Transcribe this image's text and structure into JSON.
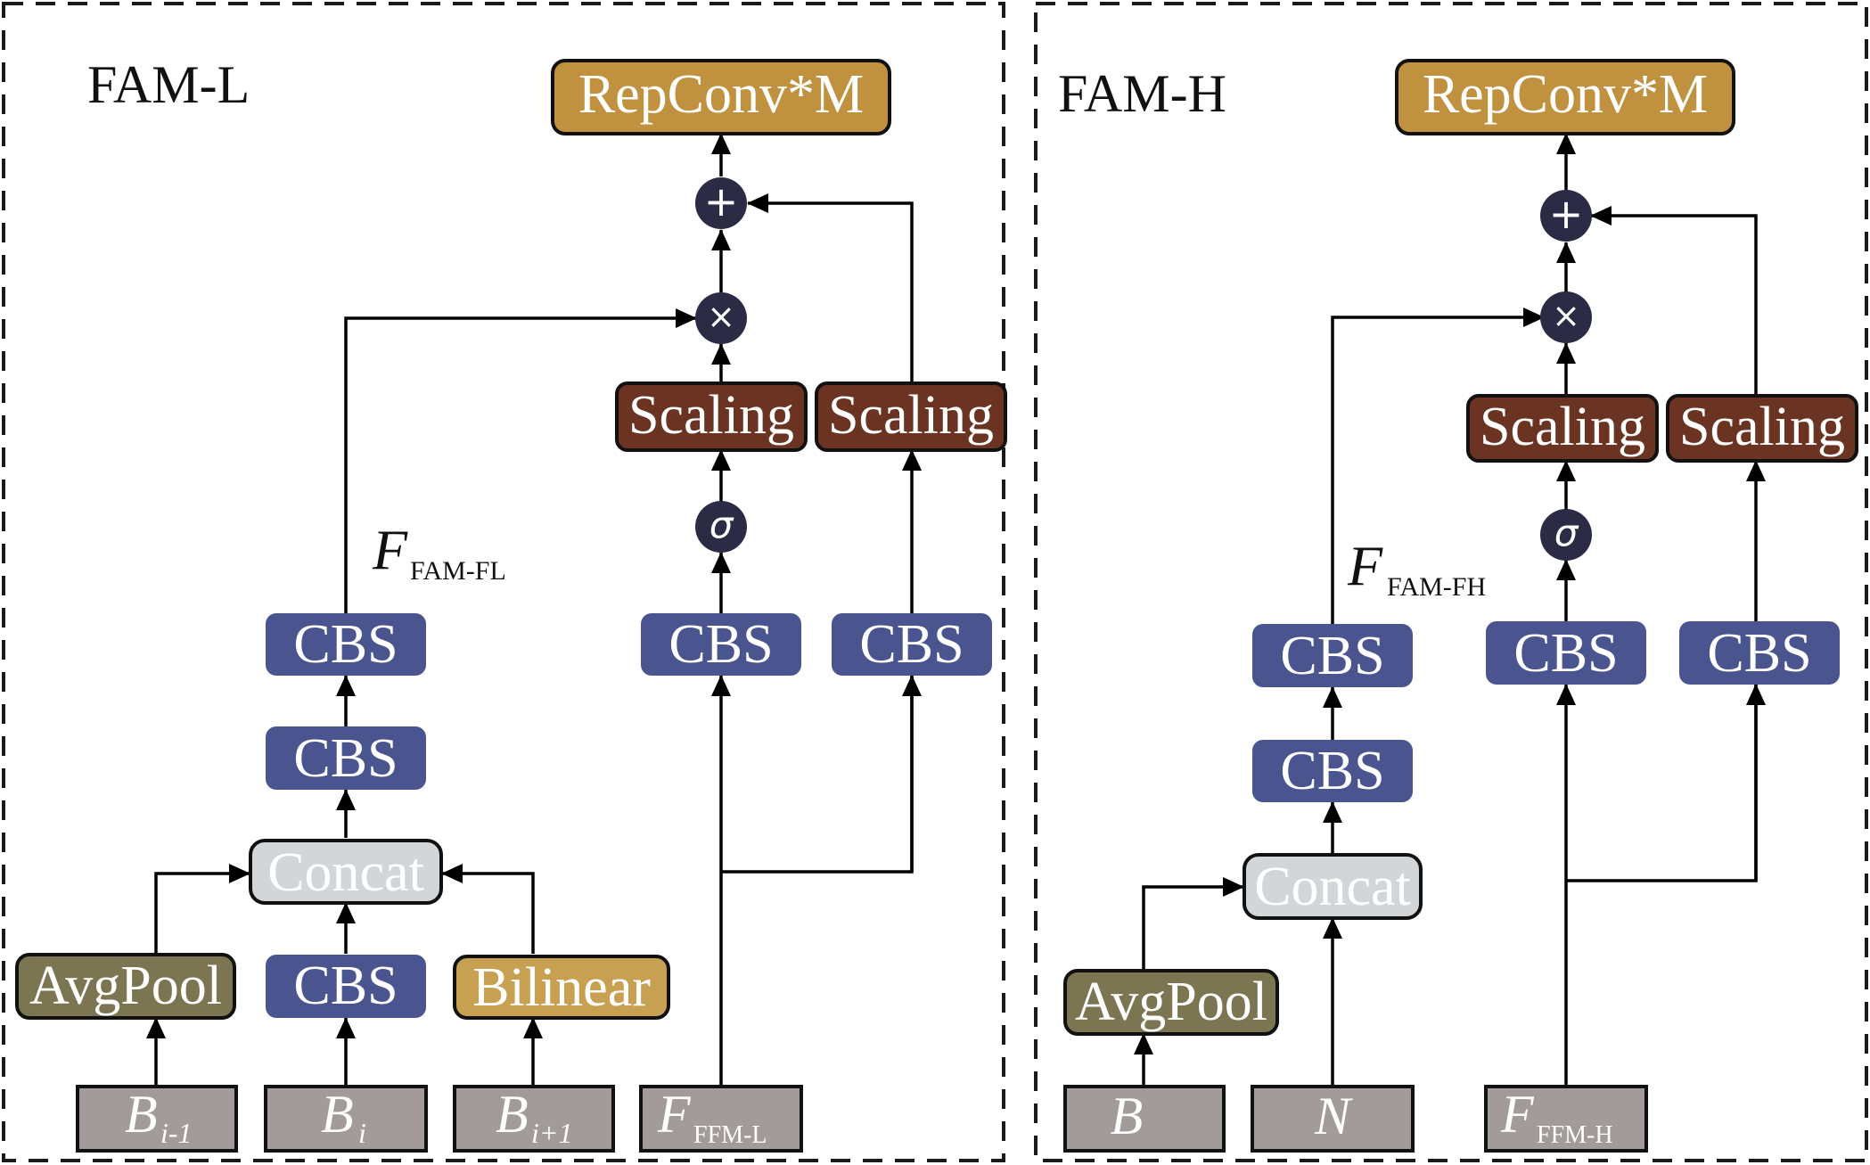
{
  "colors": {
    "cbs": "#4a5590",
    "repconv": "#c0913f",
    "scaling": "#6b3322",
    "concat": "#d2d6d8",
    "avgpool": "#7b7651",
    "bilinear": "#c7a052",
    "input": "#a39b99",
    "operator": "#2b2b45"
  },
  "left_panel": {
    "title": "FAM-L",
    "repconv": "RepConv*M",
    "add_symbol": "+",
    "mul_symbol": "×",
    "sigma_symbol": "σ",
    "scaling_a": "Scaling",
    "scaling_b": "Scaling",
    "feature_label": {
      "main": "F",
      "sub": "FAM-FL"
    },
    "cbs_top": "CBS",
    "cbs_mid": "CBS",
    "cbs_sig": "CBS",
    "cbs_side": "CBS",
    "concat": "Concat",
    "avgpool": "AvgPool",
    "cbs_bi": "CBS",
    "bilinear": "Bilinear",
    "inputs": [
      {
        "main": "B",
        "sub": "i-1"
      },
      {
        "main": "B",
        "sub": "i"
      },
      {
        "main": "B",
        "sub": "i+1"
      },
      {
        "main": "F",
        "sub": "FFM-L"
      }
    ]
  },
  "right_panel": {
    "title": "FAM-H",
    "repconv": "RepConv*M",
    "add_symbol": "+",
    "mul_symbol": "×",
    "sigma_symbol": "σ",
    "scaling_a": "Scaling",
    "scaling_b": "Scaling",
    "feature_label": {
      "main": "F",
      "sub": "FAM-FH"
    },
    "cbs_top": "CBS",
    "cbs_mid": "CBS",
    "cbs_sig": "CBS",
    "cbs_side": "CBS",
    "concat": "Concat",
    "avgpool": "AvgPool",
    "inputs": [
      {
        "main": "B",
        "sub": ""
      },
      {
        "main": "N",
        "sub": ""
      },
      {
        "main": "F",
        "sub": "FFM-H"
      }
    ]
  }
}
